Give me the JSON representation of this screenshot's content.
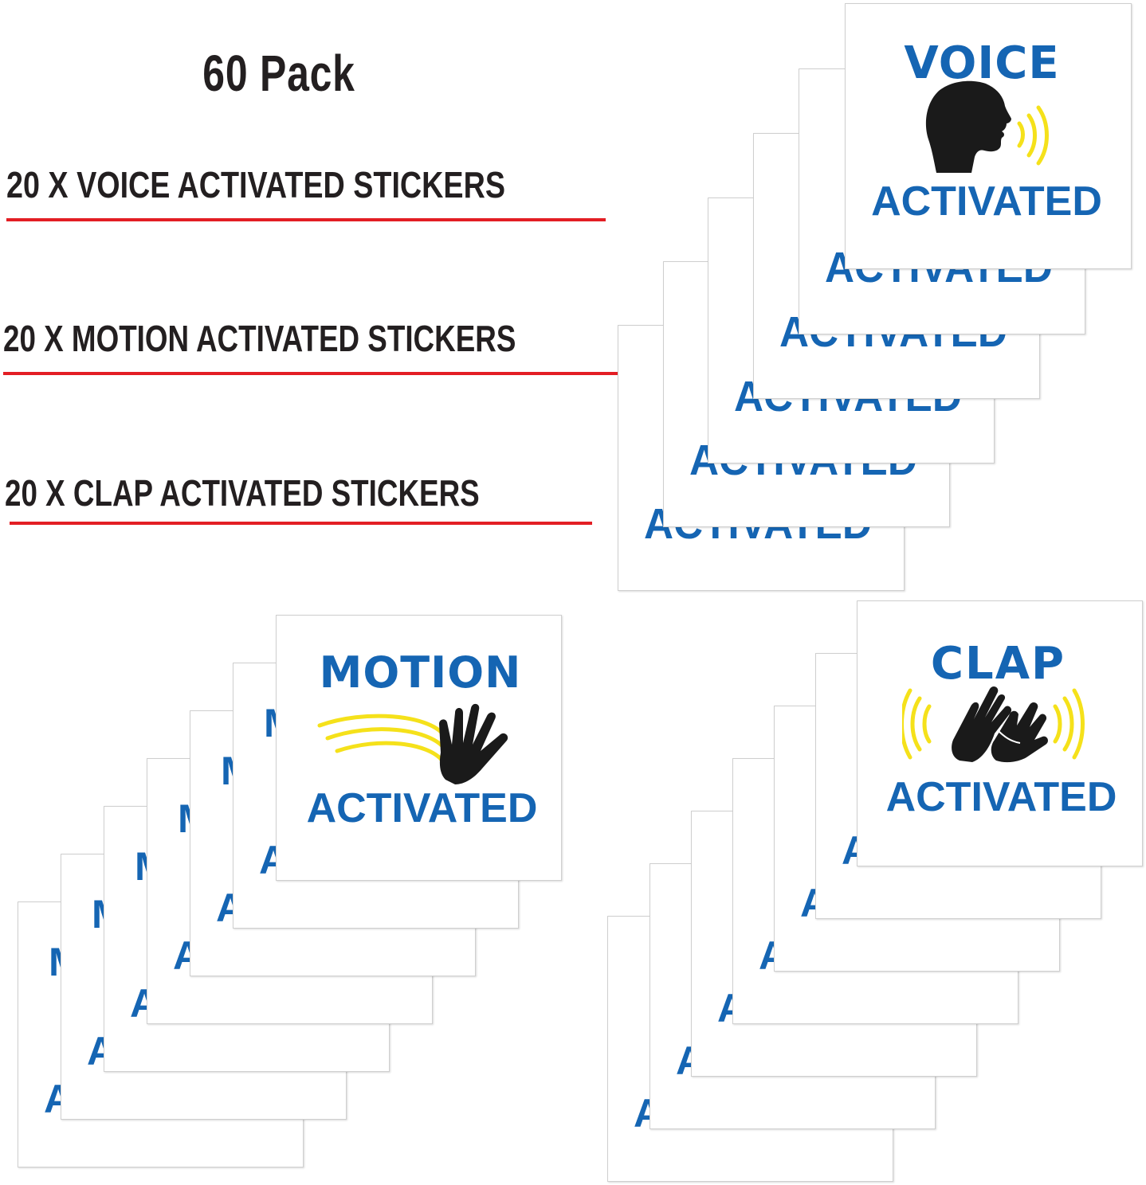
{
  "title": "60 Pack",
  "lines": {
    "voice": "20 X VOICE ACTIVATED STICKERS",
    "motion": "20 X MOTION ACTIVATED STICKERS",
    "clap": "20 X CLAP ACTIVATED STICKERS"
  },
  "stickers": {
    "voice": {
      "top": "VOICE",
      "bottom": "ACTIVATED"
    },
    "motion": {
      "top": "MOTION",
      "bottom": "ACTIVATED",
      "peek_letter": "M",
      "peek_bottom_letter": "A"
    },
    "clap": {
      "top": "CLAP",
      "bottom": "ACTIVATED",
      "peek_bottom_letter": "A"
    }
  },
  "colors": {
    "text_blue": "#1565b3",
    "underline_red": "#e31e24",
    "wave_yellow": "#f5e11a",
    "figure_black": "#1a1a1a"
  },
  "icons": [
    "head-speaking-icon",
    "waving-hand-icon",
    "clapping-hands-icon"
  ]
}
